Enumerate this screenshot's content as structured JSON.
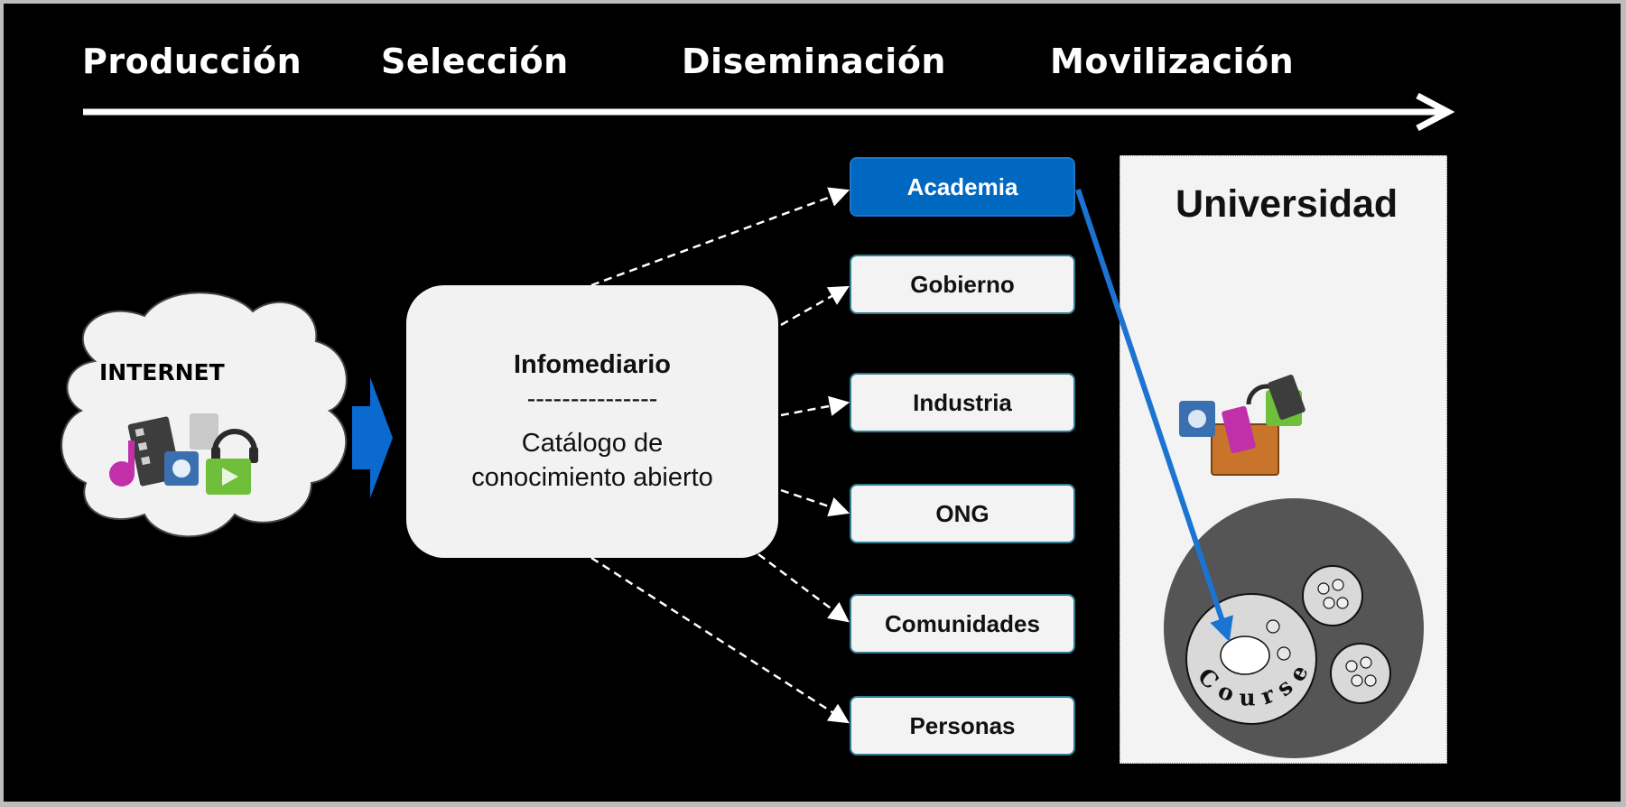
{
  "stages": [
    "Producción",
    "Selección",
    "Diseminación",
    "Movilización"
  ],
  "source": {
    "label": "INTERNET",
    "icon": "media-cluster-icon"
  },
  "infomediario": {
    "title": "Infomediario",
    "separator": "---------------",
    "catalog_line1": "Catálogo de",
    "catalog_line2": "conocimiento abierto"
  },
  "sectors": [
    "Academia",
    "Gobierno",
    "Industria",
    "ONG",
    "Comunidades",
    "Personas"
  ],
  "highlighted_sector": "Academia",
  "universidad": {
    "title": "Universidad",
    "course_label": "Course",
    "icon": "media-box-icon"
  },
  "colors": {
    "background": "#000000",
    "accent_blue": "#0068c0",
    "panel": "#f3f3f3",
    "course_disc": "#555555"
  }
}
